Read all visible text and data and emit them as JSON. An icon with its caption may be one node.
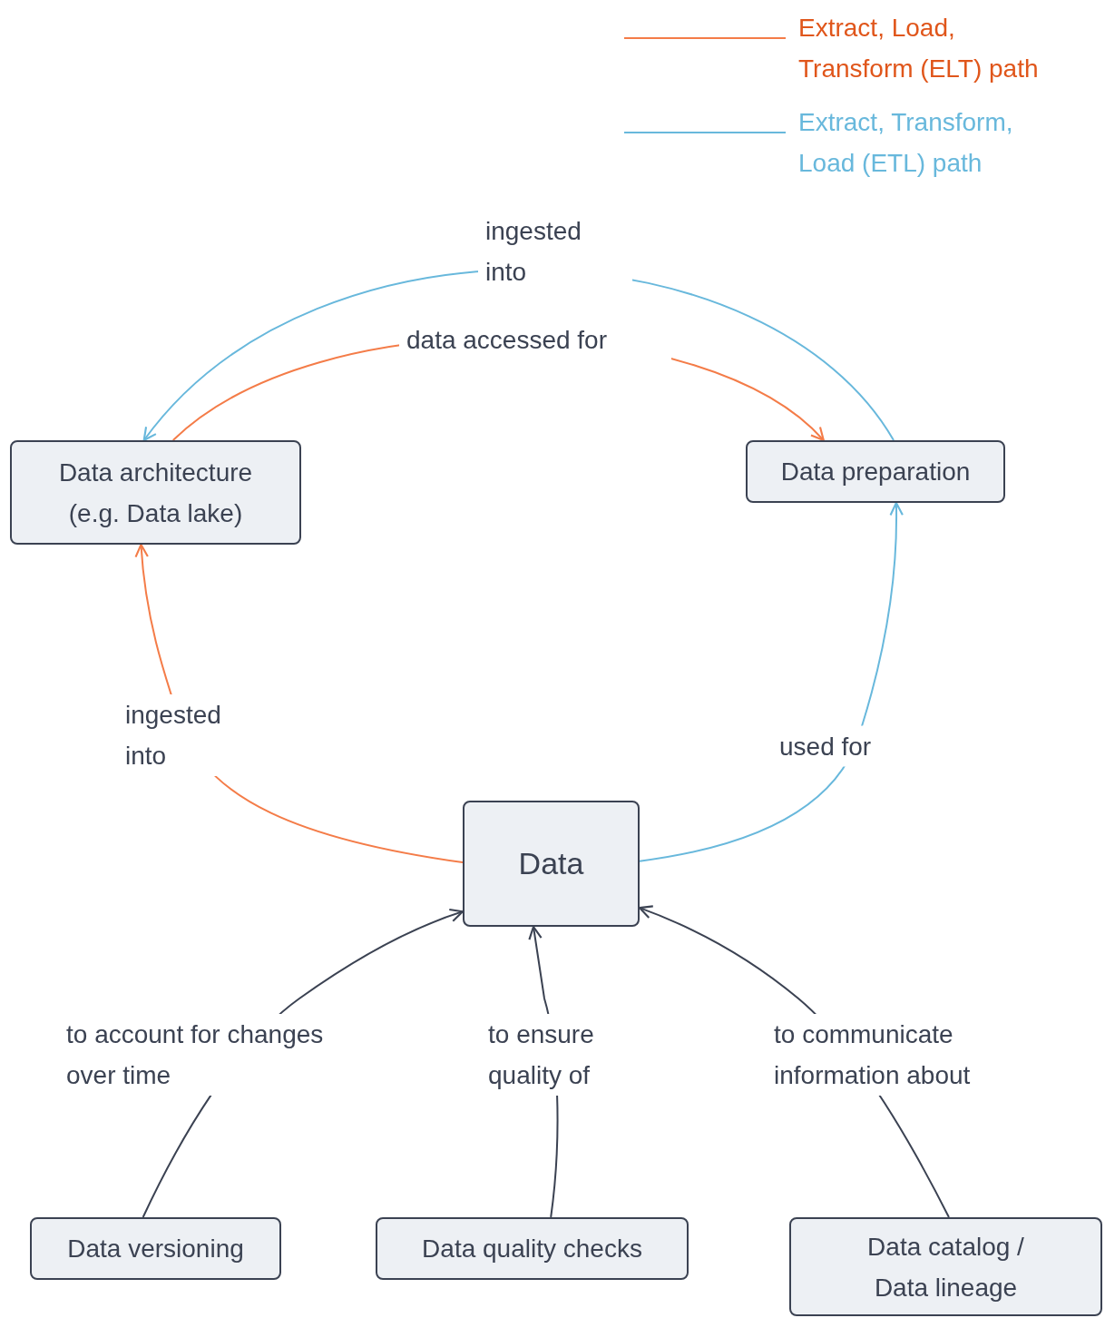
{
  "diagram": {
    "nodes": [
      {
        "text": [
          "Data architecture (e.g. Data lake)"
        ]
      },
      {
        "text": [
          "Data preparation"
        ]
      },
      {
        "text": [
          "Data"
        ]
      },
      {
        "text": [
          "Data versioning"
        ]
      },
      {
        "text": [
          "Data quality checks"
        ]
      },
      {
        "text": [
          "Data catalog / Data lineage"
        ]
      }
    ],
    "edges": [
      {
        "from": 2,
        "to": 0,
        "arrow": "to",
        "label": "ingested into",
        "color": "#f47c48"
      },
      {
        "from": 2,
        "to": 1,
        "arrow": "to",
        "label": "used for",
        "color": "#68b8dc"
      },
      {
        "from": 0,
        "to": 1,
        "arrow": "to",
        "label": "data accessed for",
        "color": "#f47c48"
      },
      {
        "from": 1,
        "to": 0,
        "arrow": "to",
        "label": "ingested into",
        "color": "#68b8dc"
      },
      {
        "from": 3,
        "to": 2,
        "arrow": "to",
        "label": "to account for changes over time"
      },
      {
        "from": 4,
        "to": 2,
        "arrow": "to",
        "label": "to ensure quality of"
      },
      {
        "from": 5,
        "to": 2,
        "arrow": "to",
        "label": "to communicate information about"
      }
    ],
    "legend": [
      {
        "text": "Extract, Load, Transform (ELT) path"
      },
      {
        "text": "Extract, Transform, Load (ETL) path"
      }
    ]
  }
}
